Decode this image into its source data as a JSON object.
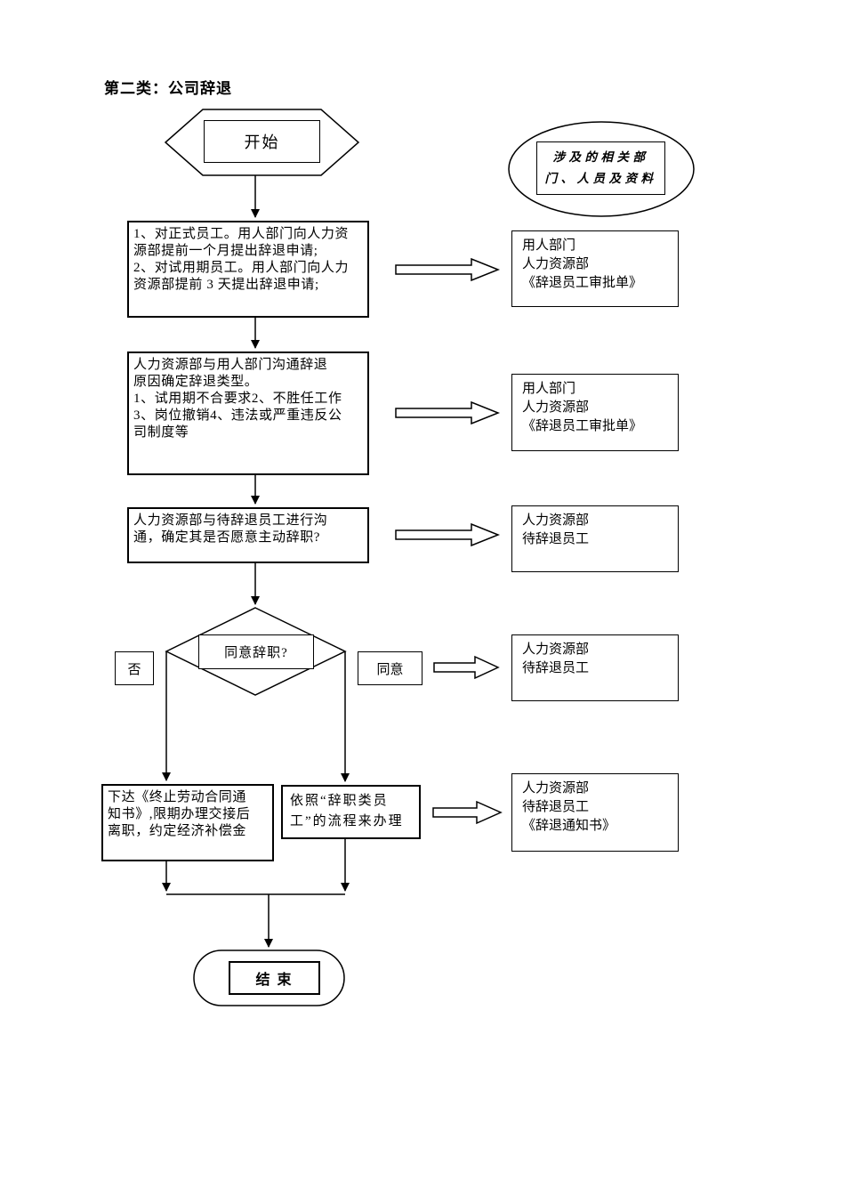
{
  "page": {
    "title": "第二类：公司辞退"
  },
  "flowchart": {
    "start_label": "开始",
    "end_label": "结 束",
    "legend_label": "涉及的相关部\n门、人员及资料",
    "process_steps": [
      "1、对正式员工。用人部门向人力资\n源部提前一个月提出辞退申请;\n2、对试用期员工。用人部门向人力\n资源部提前 3 天提出辞退申请;",
      "人力资源部与用人部门沟通辞退\n原因确定辞退类型。\n1、试用期不合要求2、不胜任工作\n3、岗位撤销4、违法或严重违反公\n司制度等",
      "人力资源部与待辞退员工进行沟\n通，确定其是否愿意主动辞职?"
    ],
    "decision_label": "同意辞职?",
    "no_label": "否",
    "yes_label": "同意",
    "no_action": "下达《终止劳动合同通\n知书》,限期办理交接后\n离职，约定经济补偿金",
    "yes_action": "依照“辞职类员\n工”的流程来办理",
    "annotations": [
      "用人部门\n人力资源部\n《辞退员工审批单》",
      "用人部门\n人力资源部\n《辞退员工审批单》",
      "人力资源部\n待辞退员工",
      "人力资源部\n待辞退员工",
      "人力资源部\n待辞退员工\n《辞退通知书》"
    ]
  },
  "colors": {
    "stroke": "#000000",
    "background": "#ffffff"
  }
}
